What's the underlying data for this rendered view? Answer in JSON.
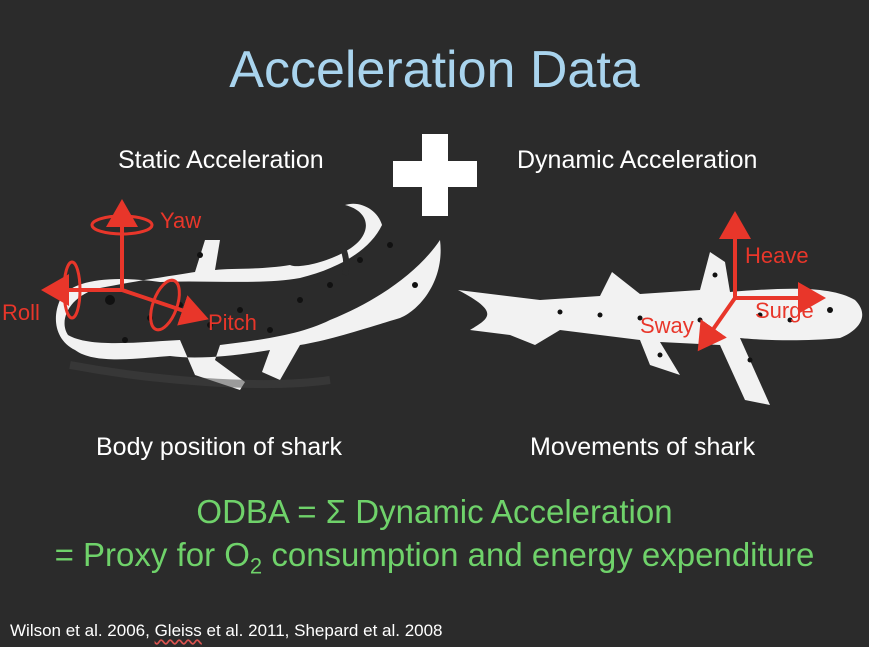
{
  "title": "Acceleration Data",
  "static_label": "Static Acceleration",
  "dynamic_label": "Dynamic Acceleration",
  "left_caption": "Body position of shark",
  "right_caption": "Movements of shark",
  "odba_line": "ODBA = Σ Dynamic Acceleration",
  "proxy": {
    "prefix": "= Proxy for O",
    "subscript": "2",
    "suffix": " consumption and energy expenditure"
  },
  "axes_static": {
    "yaw": "Yaw",
    "roll": "Roll",
    "pitch": "Pitch"
  },
  "axes_dynamic": {
    "heave": "Heave",
    "surge": "Surge",
    "sway": "Sway"
  },
  "citations": {
    "wilson": "Wilson et al. 2006, ",
    "gleiss_name": "Gleiss",
    "rest": " et al. 2011, Shepard et al. 2008"
  },
  "colors": {
    "title": "#a9d4ee",
    "arrows": "#e8362a",
    "formula": "#6fd26a",
    "background": "#2b2b2b"
  },
  "icons": {
    "plus": "plus-icon",
    "shark_left": "shark-illustration",
    "shark_right": "shark-illustration"
  }
}
